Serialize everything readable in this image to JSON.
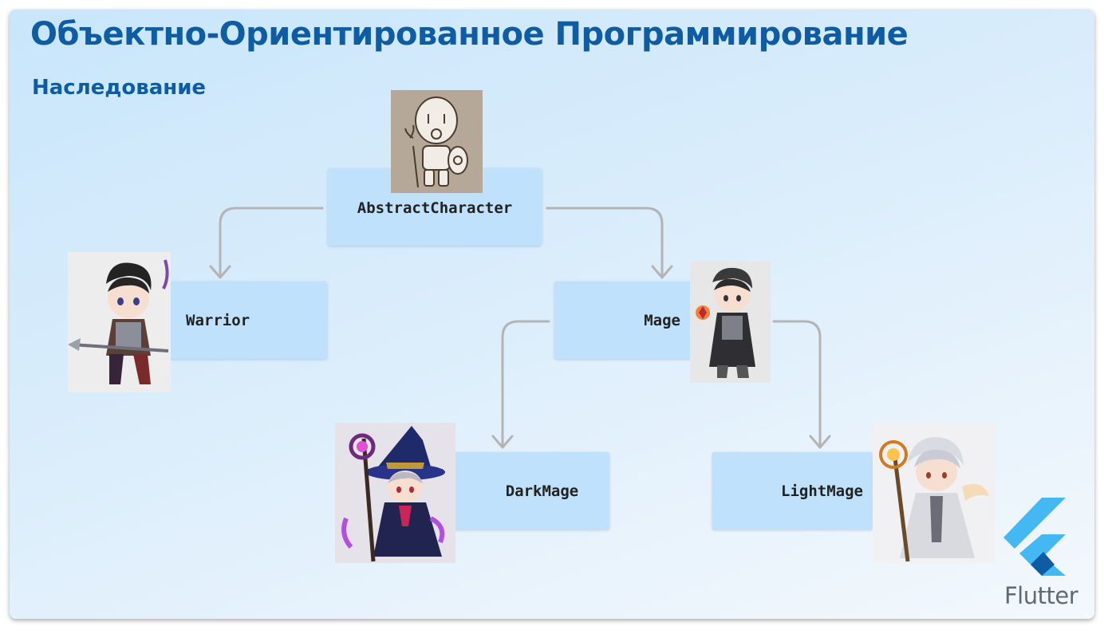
{
  "title": "Объектно-Ориентированное Программирование",
  "subtitle": "Наследование",
  "nodes": {
    "abstract": "AbstractCharacter",
    "warrior": "Warrior",
    "mage": "Mage",
    "darkmage": "DarkMage",
    "lightmage": "LightMage"
  },
  "brand": {
    "name": "Flutter",
    "color_dark": "#0d5ca4",
    "color_light": "#44b8f2"
  },
  "colors": {
    "accent": "#0d5ca4",
    "node_fill": "#bfe1fb",
    "arrow": "#b4b4b4"
  },
  "icons": [
    "abstract-character-portrait",
    "warrior-portrait",
    "mage-portrait",
    "dark-mage-portrait",
    "light-mage-portrait",
    "flutter-logo-icon"
  ]
}
